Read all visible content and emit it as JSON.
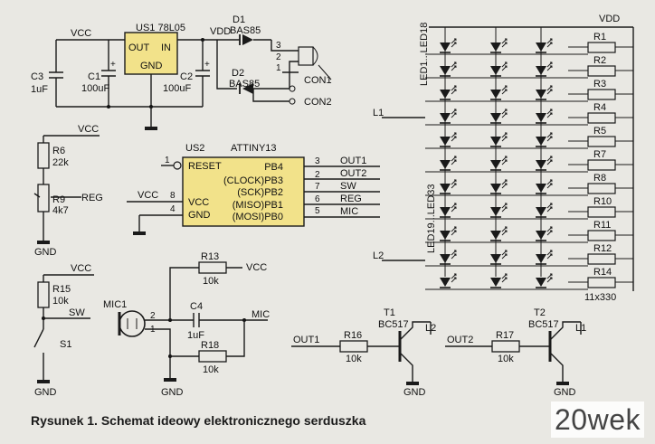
{
  "caption": "Rysunek 1. Schemat ideowy elektronicznego serduszka",
  "watermark": "20wek",
  "power": {
    "vcc": "VCC",
    "vdd": "VDD",
    "gnd": "GND",
    "regulator": {
      "name": "US1 78L05",
      "out": "OUT",
      "in": "IN",
      "gnd": "GND"
    },
    "c3": {
      "name": "C3",
      "value": "1uF"
    },
    "c1": {
      "name": "C1",
      "value": "100uF"
    },
    "c2": {
      "name": "C2",
      "value": "100uF"
    },
    "d1": {
      "name": "D1",
      "value": "BAS85"
    },
    "d2": {
      "name": "D2",
      "value": "BAS85"
    },
    "con1": {
      "name": "CON1",
      "pins": [
        "3",
        "2",
        "1"
      ]
    },
    "con2": "CON2"
  },
  "mcu": {
    "name": "US2",
    "part": "ATTINY13",
    "pins_left": [
      {
        "num": "1",
        "name": "RESET"
      },
      {
        "num": "8",
        "name": "VCC"
      },
      {
        "num": "4",
        "name": "GND"
      }
    ],
    "pins_right": [
      {
        "num": "3",
        "name": "PB4",
        "net": "OUT1"
      },
      {
        "num": "2",
        "name": "(CLOCK)PB3",
        "net": "OUT2"
      },
      {
        "num": "7",
        "name": "(SCK)PB2",
        "net": "SW"
      },
      {
        "num": "6",
        "name": "(MISO)PB1",
        "net": "REG"
      },
      {
        "num": "5",
        "name": "(MOSI)PB0",
        "net": "MIC"
      }
    ]
  },
  "pot": {
    "vcc": "VCC",
    "r6": {
      "name": "R6",
      "value": "22k"
    },
    "r9": {
      "name": "R9",
      "value": "4k7"
    },
    "net": "REG"
  },
  "switch": {
    "vcc": "VCC",
    "r15": {
      "name": "R15",
      "value": "10k"
    },
    "net": "SW",
    "s1": "S1"
  },
  "mic": {
    "name": "MIC1",
    "pins": [
      "2",
      "1"
    ],
    "r13": {
      "name": "R13",
      "value": "10k"
    },
    "c4": {
      "name": "C4",
      "value": "1uF"
    },
    "r18": {
      "name": "R18",
      "value": "10k"
    },
    "vcc": "VCC",
    "net": "MIC"
  },
  "leds": {
    "vdd": "VDD",
    "group1": "LED1...LED18",
    "group2": "LED19...LED33",
    "line1": "L1",
    "line2": "L2",
    "resistors": [
      "R1",
      "R2",
      "R3",
      "R4",
      "R5",
      "R7",
      "R8",
      "R10",
      "R11",
      "R12",
      "R14"
    ],
    "resistor_note": "11x330"
  },
  "drivers": [
    {
      "input": "OUT1",
      "resistor": "R16",
      "value": "10k",
      "name": "T1",
      "part": "BC517",
      "load": "L2"
    },
    {
      "input": "OUT2",
      "resistor": "R17",
      "value": "10k",
      "name": "T2",
      "part": "BC517",
      "load": "L1"
    }
  ]
}
